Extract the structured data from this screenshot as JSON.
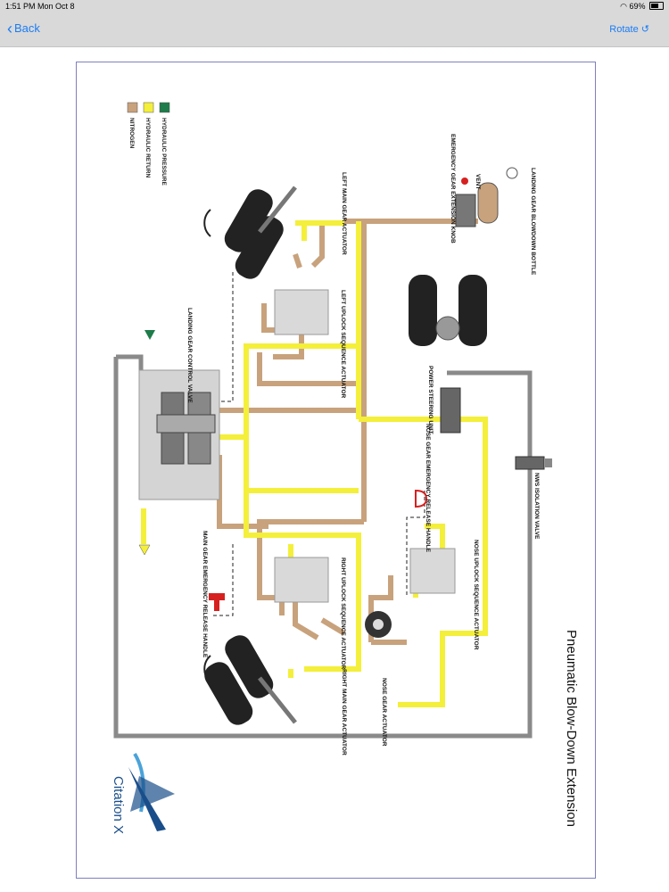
{
  "status_bar": {
    "time": "1:51 PM",
    "date": "Mon Oct 8",
    "battery": "69%"
  },
  "nav": {
    "back_label": "Back",
    "rotate_label": "Rotate"
  },
  "diagram": {
    "title": "Pneumatic Blow-Down Extension",
    "legend": {
      "items": [
        {
          "label": "HYDRAULIC PRESSURE",
          "color": "#f4ef3a"
        },
        {
          "label": "HYDRAULIC RETURN",
          "color": "#f4ef3a"
        },
        {
          "label": "NITROGEN",
          "color": "#c8a27c"
        }
      ],
      "swatch_colors": [
        "#c8a27c",
        "#f4ef3a",
        "#1e7c4a"
      ]
    },
    "labels": {
      "landing_gear_blowdown_bottle": "LANDING GEAR BLOWDOWN BOTTLE",
      "vent": "VENT",
      "emergency_gear_extension_knob": "EMERGENCY GEAR EXTENSION KNOB",
      "left_main_gear_actuator": "LEFT MAIN GEAR ACTUATOR",
      "left_uplock_sequence_actuator": "LEFT UPLOCK SEQUENCE ACTUATOR",
      "landing_gear_control_valve": "LANDING GEAR CONTROL VALVE",
      "power_steering_unit": "POWER STEERING UNIT",
      "nose_gear_emergency_release_handle": "NOSE GEAR EMERGENCY RELEASE HANDLE",
      "nws_isolation_valve": "NWS ISOLATION VALVE",
      "main_gear_emergency_release_handle": "MAIN GEAR EMERGENCY RELEASE HANDLE",
      "right_uplock_sequence_actuator": "RIGHT UPLOCK SEQUENCE ACTUATOR",
      "nose_uplock_sequence_actuator": "NOSE UPLOCK SEQUENCE ACTUATOR",
      "right_main_gear_actuator": "RIGHT MAIN GEAR ACTUATOR",
      "nose_gear_actuator": "NOSE GEAR ACTUATOR"
    },
    "logo": {
      "name": "Citation X"
    }
  },
  "colors": {
    "hydraulic": "#f4ef3a",
    "nitrogen": "#c8a27c",
    "return_line": "#8a8a8a",
    "accent": "#1a7cf5"
  }
}
